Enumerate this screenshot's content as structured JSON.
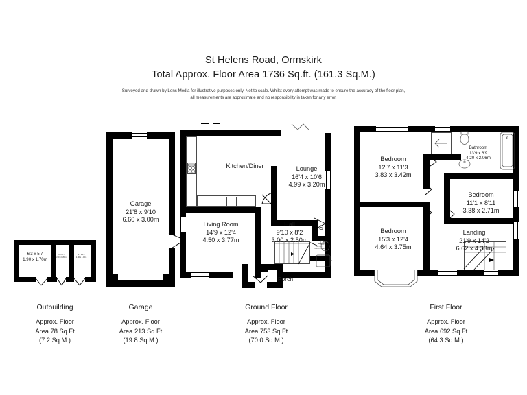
{
  "header": {
    "title": "St Helens Road, Ormskirk",
    "subtitle": "Total Approx. Floor Area 1736 Sq.ft. (161.3 Sq.M.)",
    "disclaimer_line1": "Surveyed and drawn by Lens Media for illustrative purposes only. Not to scale. Whilst every attempt was made to ensure the accuracy of the floor plan,",
    "disclaimer_line2": "all measurements are approximate and no responsibility is taken for any error."
  },
  "blocks": [
    {
      "id": "outbuilding",
      "caption_title": "Outbuilding",
      "caption_line1": "Approx. Floor",
      "caption_line2": "Area 78 Sq.Ft",
      "caption_line3": "(7.2 Sq.M.)"
    },
    {
      "id": "garage",
      "caption_title": "Garage",
      "caption_line1": "Approx. Floor",
      "caption_line2": "Area 213 Sq.Ft",
      "caption_line3": "(19.8 Sq.M.)"
    },
    {
      "id": "ground-floor",
      "caption_title": "Ground Floor",
      "caption_line1": "Approx. Floor",
      "caption_line2": "Area 753 Sq.Ft",
      "caption_line3": "(70.0 Sq.M.)"
    },
    {
      "id": "first-floor",
      "caption_title": "First Floor",
      "caption_line1": "Approx. Floor",
      "caption_line2": "Area 692 Sq.Ft",
      "caption_line3": "(64.3 Sq.M.)"
    }
  ],
  "rooms": {
    "outbuilding_left": {
      "name": "",
      "imperial": "6'3 x 5'7",
      "metric": "1.90 x 1.70m"
    },
    "outbuilding_mid": {
      "name": "",
      "imperial": "6'3 x 2'7",
      "metric": "1.90 x 0.80m"
    },
    "outbuilding_right": {
      "name": "",
      "imperial": "6'3 x 3'3",
      "metric": "1.90 x 1.00m"
    },
    "garage": {
      "name": "Garage",
      "imperial": "21'8 x 9'10",
      "metric": "6.60 x 3.00m"
    },
    "kitchen_diner": {
      "name": "Kitchen/Diner",
      "imperial": "",
      "metric": ""
    },
    "lounge": {
      "name": "Lounge",
      "imperial": "16'4 x 10'6",
      "metric": "4.99 x 3.20m"
    },
    "living_room": {
      "name": "Living Room",
      "imperial": "14'9 x 12'4",
      "metric": "4.50 x 3.77m"
    },
    "hall": {
      "name": "Hall",
      "imperial": "9'10 x 8'2",
      "metric": "3.00 x 2.50m"
    },
    "store": {
      "name": "S",
      "imperial": "",
      "metric": ""
    },
    "wc": {
      "name": "WC",
      "imperial": "4'1 x 2'7",
      "metric": "1.25 x 0.80m"
    },
    "porch": {
      "name": "Porch",
      "imperial": "",
      "metric": ""
    },
    "bedroom_1": {
      "name": "Bedroom",
      "imperial": "12'7 x 11'3",
      "metric": "3.83 x 3.42m"
    },
    "bedroom_2": {
      "name": "Bedroom",
      "imperial": "15'3 x 12'4",
      "metric": "4.64 x 3.75m"
    },
    "bedroom_3": {
      "name": "Bedroom",
      "imperial": "11'1 x 8'11",
      "metric": "3.38 x 2.71m"
    },
    "bathroom": {
      "name": "Bathroom",
      "imperial": "13'9 x 6'9",
      "metric": "4.20 x 2.06m"
    },
    "landing": {
      "name": "Landing",
      "imperial": "21'9 x 14'2",
      "metric": "6.62 x 4.33m"
    }
  },
  "colors": {
    "wall": "#000000",
    "background": "#ffffff",
    "text": "#1a1a1a",
    "fixture_line": "#4a4a4a"
  }
}
